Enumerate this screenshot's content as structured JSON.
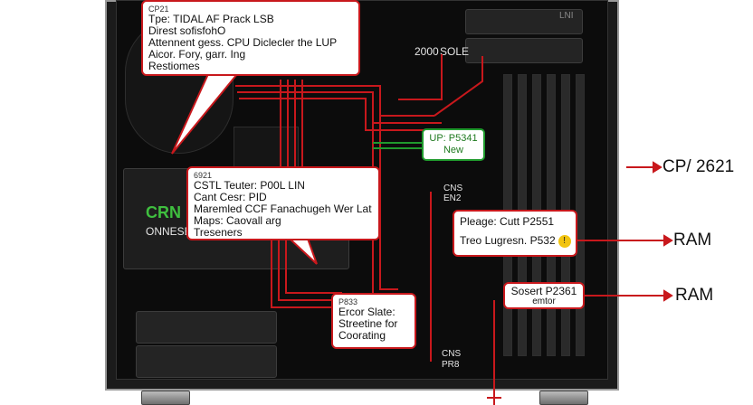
{
  "colors": {
    "accent": "#c8181c",
    "highlight": "#1f9a2d",
    "warning": "#f2c40f"
  },
  "callouts": {
    "top": {
      "header": "CP21",
      "lines": [
        "Tpe: TIDAL AF Prack LSB",
        "Direst sofisfohO",
        "Attennent gess. CPU Diclecler the LUP",
        "Aicor. Fory, garr. Ing",
        "Restiomes"
      ]
    },
    "middle": {
      "header": "6921",
      "lines": [
        "CSTL Teuter: P00L LIN",
        "Cant Cesr: PID",
        "Maremled CCF Fanachugeh Wer Lat",
        "Maps: Caovall arg",
        "Treseners"
      ]
    },
    "bottom": {
      "header": "P833",
      "lines": [
        "Ercor Slate:",
        "Streetine for",
        "Coorating"
      ]
    },
    "green": {
      "lines": [
        "UP: P5341",
        "New"
      ]
    },
    "right_top": {
      "lines": [
        "Pleage: Cutt P2551",
        "Treo Lugresn. P532"
      ],
      "icon": "warning-icon"
    },
    "right_bottom": {
      "lines": [
        "Sosert P2361",
        "emtor"
      ]
    }
  },
  "labels": {
    "cpu": "CP/ 2621",
    "ram1": "RAM",
    "ram2": "RAM"
  },
  "gpu": {
    "brand": "CRN",
    "model": "ONNESE"
  },
  "board_text": {
    "top_a": "2000",
    "top_b": "SOLE",
    "cns1": "CNS",
    "cns2": "EN2",
    "cns3": "CNS",
    "cns4": "PR8",
    "tag": "LNI"
  }
}
